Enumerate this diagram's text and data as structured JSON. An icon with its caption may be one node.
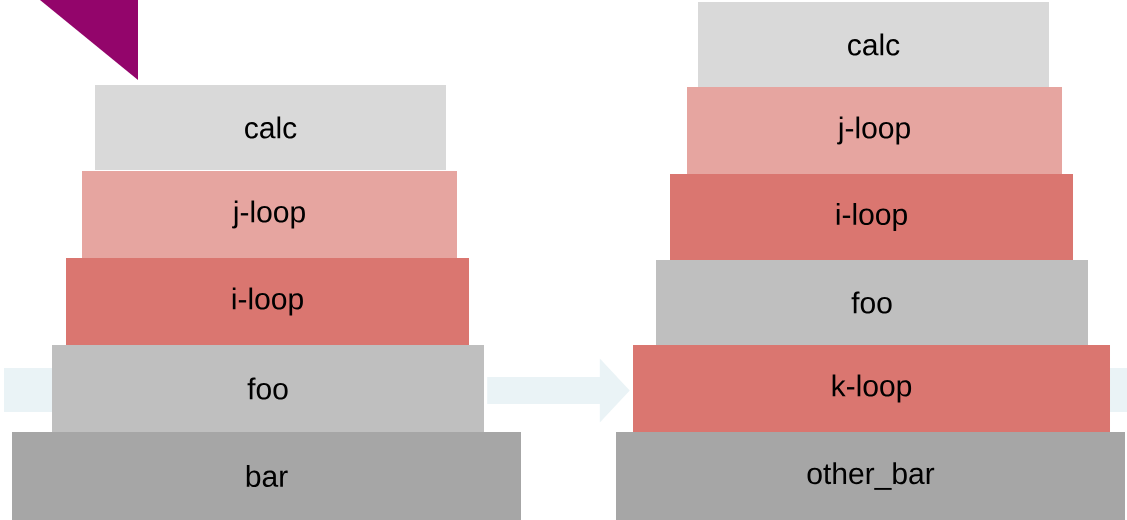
{
  "diagram": {
    "nodes": [
      {
        "text": [
          "calc"
        ]
      },
      {
        "text": [
          "j-loop"
        ]
      },
      {
        "text": [
          "i-loop"
        ]
      },
      {
        "text": [
          "foo"
        ]
      },
      {
        "text": [
          "bar"
        ]
      },
      {
        "text": [
          "calc"
        ]
      },
      {
        "text": [
          "j-loop"
        ]
      },
      {
        "text": [
          "i-loop"
        ]
      },
      {
        "text": [
          "foo"
        ]
      },
      {
        "text": [
          "k-loop"
        ]
      },
      {
        "text": [
          "other_bar"
        ]
      }
    ],
    "edges": [
      {
        "from": 3,
        "to": 9,
        "arrow": "to"
      }
    ]
  }
}
